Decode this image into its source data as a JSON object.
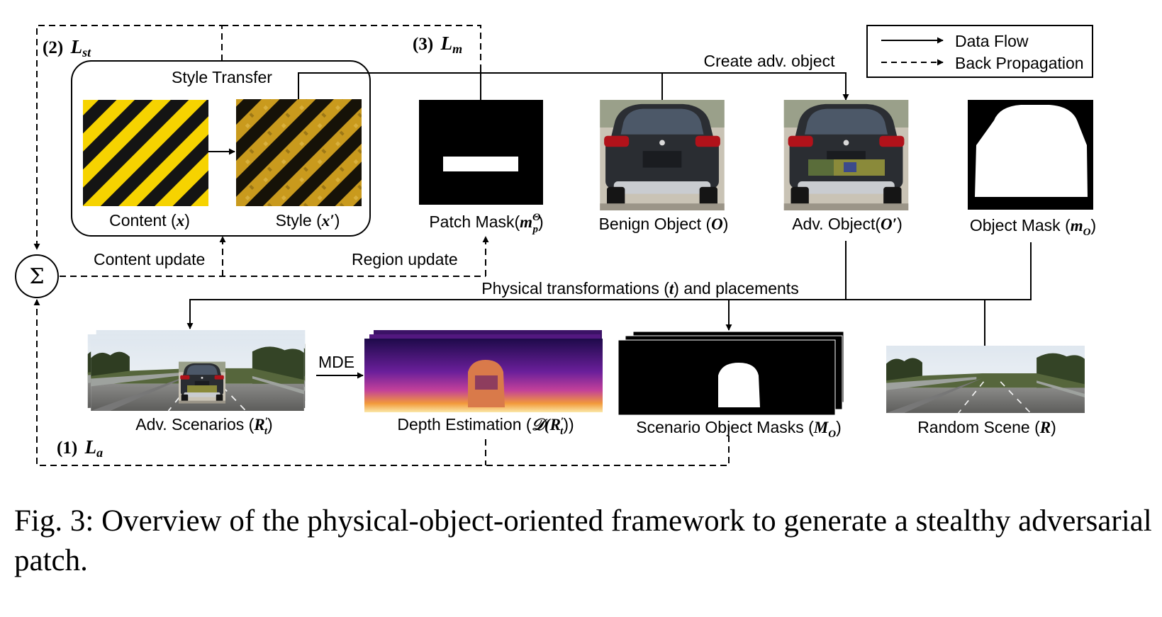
{
  "colors": {
    "stripe_yellow": "#f6d300",
    "stripe_gold": "#c99a1d",
    "stripe_black": "#141414",
    "depth_dark": "#1e0a4a",
    "depth_purple": "#7a23a8",
    "depth_orange": "#f29a3a",
    "depth_light": "#fbe7a8"
  },
  "icons": {
    "sum_node": "summation-sigma",
    "car": "rear-view-suv-photo"
  },
  "legend": {
    "data_flow": "Data Flow",
    "back_propagation": "Back Propagation"
  },
  "losses": {
    "style": {
      "index": "(2)",
      "symbol": "L",
      "subscript": "st"
    },
    "mask": {
      "index": "(3)",
      "symbol": "L",
      "subscript": "m"
    },
    "adv": {
      "index": "(1)",
      "symbol": "L",
      "subscript": "a"
    },
    "sum_symbol": "Σ"
  },
  "style_transfer": {
    "title": "Style Transfer",
    "content_label": "Content (",
    "content_var": "x",
    "style_label": "Style (",
    "style_var": "x′"
  },
  "labels": {
    "patch_mask": "Patch Mask(",
    "patch_mask_var": "m",
    "patch_mask_sub": "p",
    "patch_mask_sup": "Θ",
    "benign_object": "Benign Object (",
    "benign_var": "O",
    "adv_object": "Adv. Object(",
    "adv_var": "O′",
    "object_mask": "Object Mask (",
    "object_mask_var": "m",
    "object_mask_sub": "O",
    "create_adv_object": "Create adv. object",
    "content_update": "Content update",
    "region_update": "Region update",
    "physical_transformations": "Physical transformations (",
    "physical_var": "t",
    "physical_suffix": ") and placements",
    "mde": "MDE",
    "adv_scenarios": "Adv. Scenarios (",
    "adv_scenarios_var": "R",
    "adv_scenarios_sup": "′",
    "adv_scenarios_sub": "t",
    "depth_estimation": "Depth Estimation (",
    "depth_func": "𝒟",
    "depth_arg": "(R",
    "depth_arg_sub": "t",
    "depth_close": "))",
    "scenario_masks": "Scenario Object Masks (",
    "scenario_masks_var": "M",
    "scenario_masks_sub": "O",
    "random_scene": "Random Scene (",
    "random_scene_var": "R",
    "close_paren": ")"
  },
  "caption": {
    "prefix": "Fig. 3:",
    "text": "Overview of the physical-object-oriented framework to generate a stealthy adversarial patch."
  }
}
